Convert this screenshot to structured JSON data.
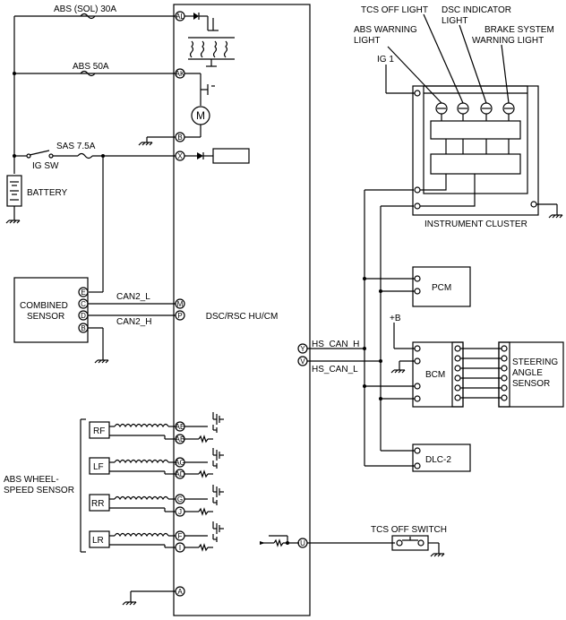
{
  "title": "DSC/RSC HU/CM",
  "power": {
    "fuse1": "ABS (SOL) 30A",
    "fuse2": "ABS 50A",
    "fuse3": "SAS 7.5A",
    "ig_sw": "IG SW",
    "battery": "BATTERY"
  },
  "pins": {
    "AL": "AL",
    "AK": "AK",
    "B": "B",
    "X": "X",
    "E": "E",
    "C": "C",
    "D": "D",
    "B2": "B",
    "M": "M",
    "P": "P",
    "Y": "Y",
    "V": "V",
    "AE": "AE",
    "AB": "AB",
    "AG": "AG",
    "AD": "AD",
    "G": "G",
    "J": "J",
    "F": "F",
    "I": "I",
    "U": "U",
    "A": "A"
  },
  "motor": "M",
  "combined_sensor": "COMBINED\nSENSOR",
  "can": {
    "can2_l": "CAN2_L",
    "can2_h": "CAN2_H",
    "hs_can_h": "HS_CAN_H",
    "hs_can_l": "HS_CAN_L"
  },
  "wheel_sensors": {
    "group_label": "ABS WHEEL-\nSPEED SENSOR",
    "rf": "RF",
    "lf": "LF",
    "rr": "RR",
    "lr": "LR"
  },
  "cluster": {
    "label": "INSTRUMENT CLUSTER",
    "ig1": "IG 1",
    "abs_light": "ABS WARNING\nLIGHT",
    "tcs_light": "TCS OFF LIGHT",
    "dsc_light": "DSC INDICATOR\nLIGHT",
    "brake_light": "BRAKE SYSTEM\nWARNING LIGHT"
  },
  "modules": {
    "pcm": "PCM",
    "bcm": "BCM",
    "plus_b": "+B",
    "steering": "STEERING\nANGLE\nSENSOR",
    "dlc": "DLC-2",
    "tcs_switch": "TCS OFF SWITCH"
  }
}
